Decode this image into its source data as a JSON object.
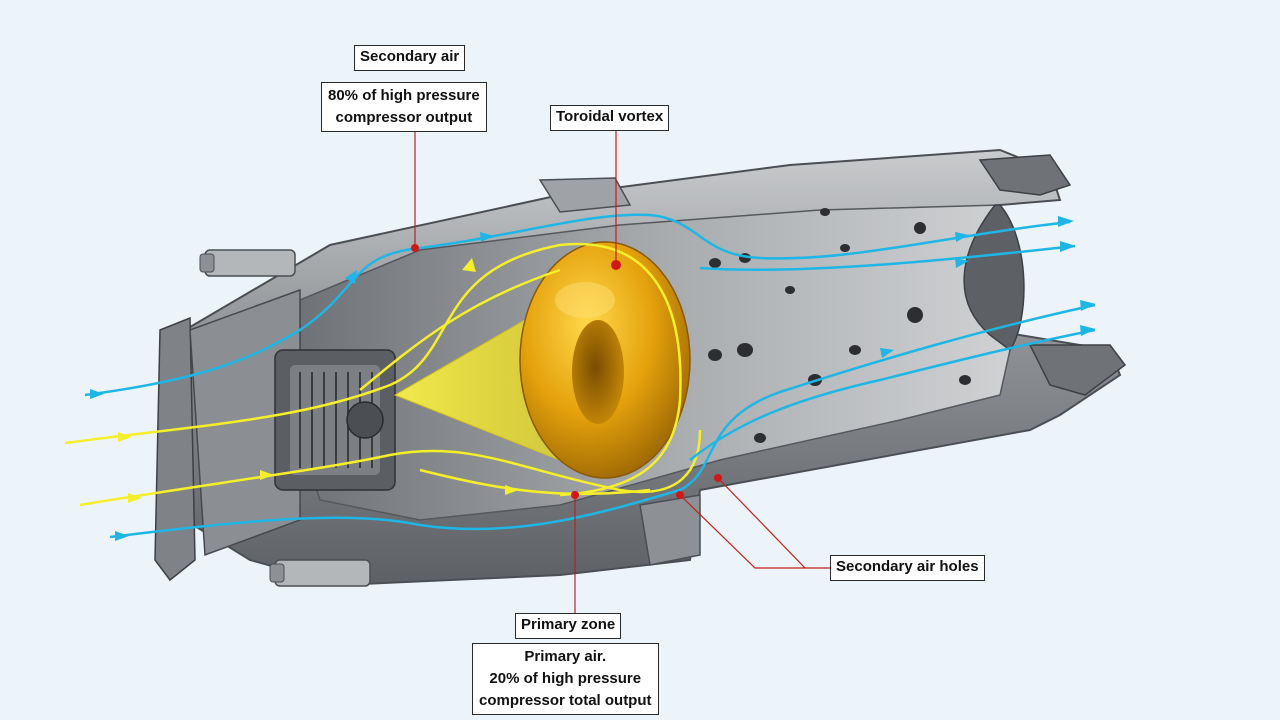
{
  "labels": {
    "secondary_air": "Secondary air",
    "secondary_air_desc": [
      "80% of high pressure",
      "compressor output"
    ],
    "toroidal_vortex": "Toroidal vortex",
    "secondary_air_holes": "Secondary air holes",
    "primary_zone": "Primary zone",
    "primary_air_desc": [
      "Primary air.",
      "20% of high pressure",
      "compressor total output"
    ]
  },
  "colors": {
    "background": "#edf4f9",
    "secondary_air_flow": "#1fb6e6",
    "primary_air_flow": "#f4ef2a",
    "vortex": "#e8a80c",
    "metal": "#9b9ea2",
    "leader_line": "#c0201a",
    "marker_dot": "#d01818"
  }
}
